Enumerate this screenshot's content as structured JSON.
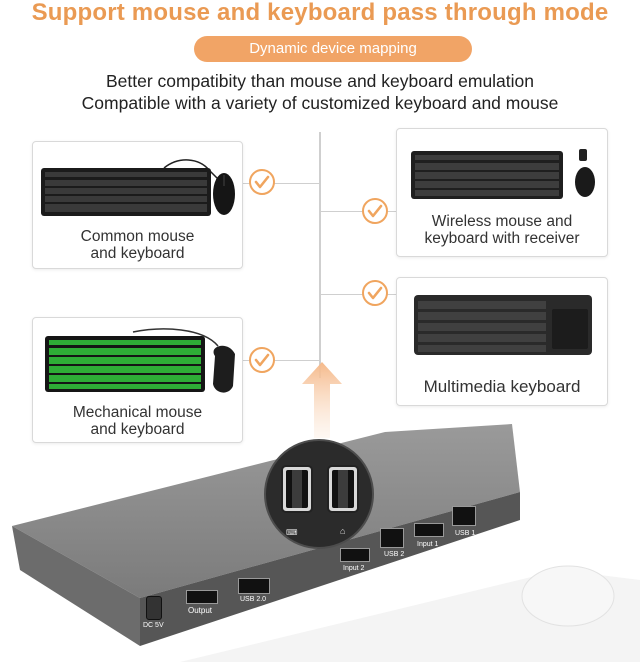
{
  "headline": "Support mouse and keyboard pass through mode",
  "pill_label": "Dynamic device mapping",
  "subtitle_line1": "Better compatibity than mouse and keyboard emulation",
  "subtitle_line2": "Compatible with a variety of customized keyboard and mouse",
  "cards": [
    {
      "line1": "Common mouse",
      "line2": "and keyboard"
    },
    {
      "line1": "Wireless mouse and",
      "line2": "keyboard with receiver"
    },
    {
      "line1": "Multimedia keyboard"
    },
    {
      "line1": "Mechanical mouse",
      "line2": "and keyboard"
    }
  ],
  "kvm": {
    "ports": {
      "dc": "DC 5V",
      "output": "Output",
      "usb20": "USB 2.0",
      "input2": "Input 2",
      "usb2": "USB 2",
      "input1": "Input 1",
      "usb1": "USB 1",
      "keyboard_mark": "⌨",
      "mouse_mark": "⌂"
    }
  },
  "colors": {
    "accent": "#ea9a53",
    "pill": "#f1a466",
    "device_gray": "#7c7c7c",
    "keyboard_green": "#35d43f"
  }
}
